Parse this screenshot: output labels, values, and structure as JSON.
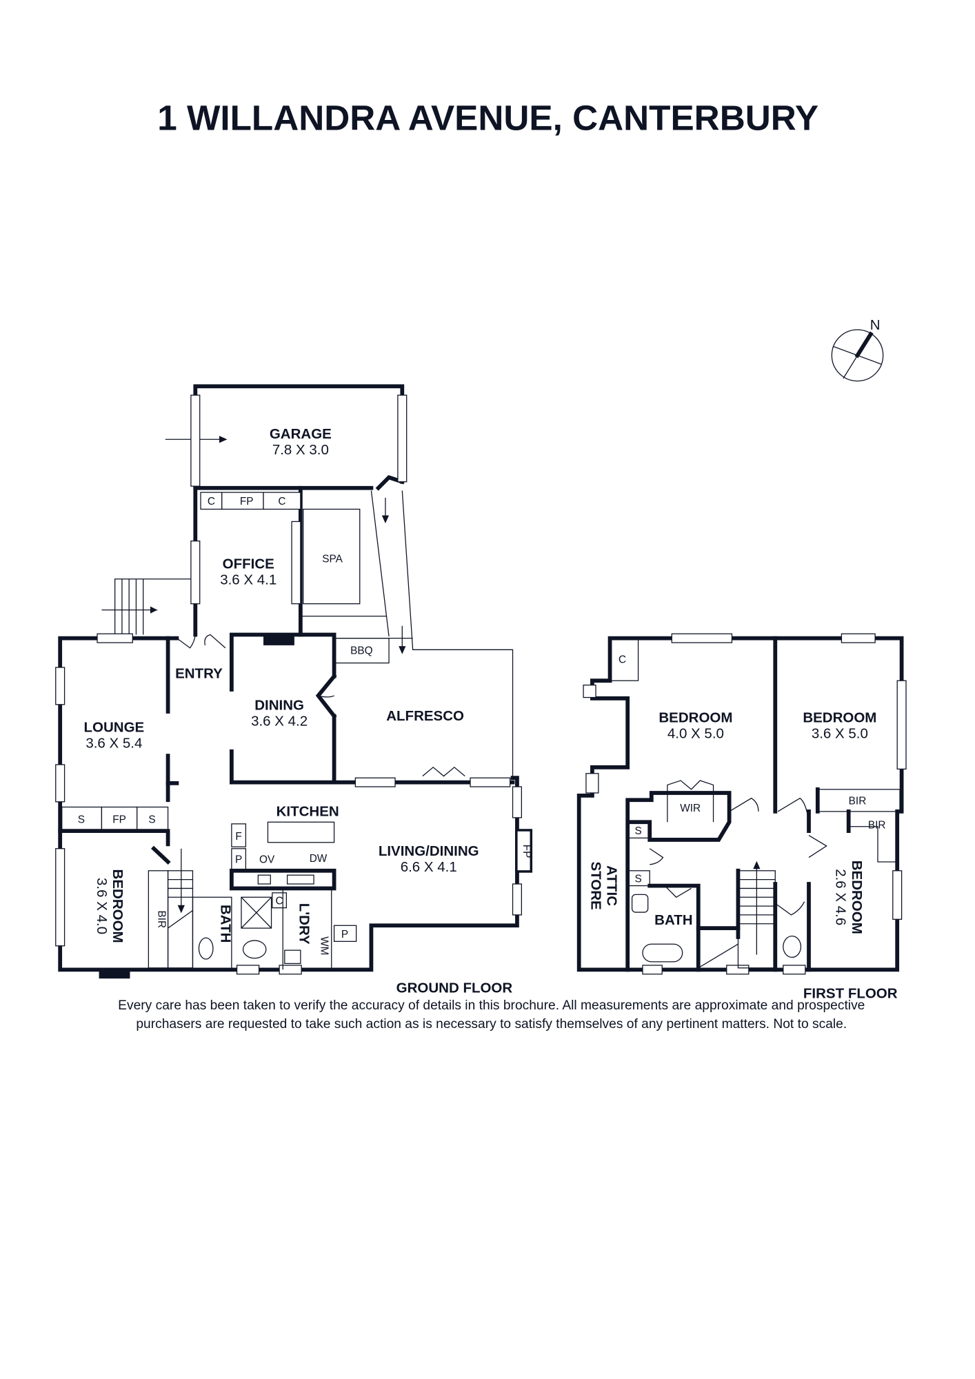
{
  "title": "1 WILLANDRA AVENUE, CANTERBURY",
  "ground_floor": {
    "label": "GROUND FLOOR",
    "rooms": {
      "garage": {
        "name": "GARAGE",
        "dims": "7.8 X 3.0"
      },
      "office": {
        "name": "OFFICE",
        "dims": "3.6 X 4.1"
      },
      "spa": {
        "name": "SPA"
      },
      "entry": {
        "name": "ENTRY"
      },
      "dining": {
        "name": "DINING",
        "dims": "3.6 X 4.2"
      },
      "alfresco": {
        "name": "ALFRESCO"
      },
      "bbq": {
        "name": "BBQ"
      },
      "lounge": {
        "name": "LOUNGE",
        "dims": "3.6 X 5.4"
      },
      "kitchen": {
        "name": "KITCHEN"
      },
      "living": {
        "name": "LIVING/DINING",
        "dims": "6.6 X 4.1"
      },
      "bedroom": {
        "name": "BEDROOM",
        "dims": "3.6 X 4.0"
      },
      "bath": {
        "name": "BATH"
      },
      "laundry": {
        "name": "L'DRY"
      }
    },
    "fixtures": {
      "c": "C",
      "fp": "FP",
      "s": "S",
      "bir": "BIR",
      "f": "F",
      "p": "P",
      "ov": "OV",
      "dw": "DW",
      "wm": "WM"
    }
  },
  "first_floor": {
    "label": "FIRST FLOOR",
    "rooms": {
      "bedroom1": {
        "name": "BEDROOM",
        "dims": "4.0 X 5.0"
      },
      "bedroom2": {
        "name": "BEDROOM",
        "dims": "3.6 X 5.0"
      },
      "bedroom3": {
        "name": "BEDROOM",
        "dims": "2.6 X 4.6"
      },
      "attic": {
        "name1": "ATTIC",
        "name2": "STORE"
      },
      "bath": {
        "name": "BATH"
      },
      "wir": {
        "name": "WIR"
      }
    },
    "fixtures": {
      "c": "C",
      "s": "S",
      "bir": "BIR"
    }
  },
  "compass": {
    "label": "N",
    "icon": "north-compass-icon"
  },
  "disclaimer": {
    "line1": "Every care has been taken to verify the accuracy of details in this brochure. All measurements are approximate and prospective",
    "line2": "purchasers are requested to take such action as is necessary to satisfy themselves of any pertinent matters. Not to scale."
  },
  "colors": {
    "ink": "#0e1424",
    "background": "#ffffff"
  }
}
